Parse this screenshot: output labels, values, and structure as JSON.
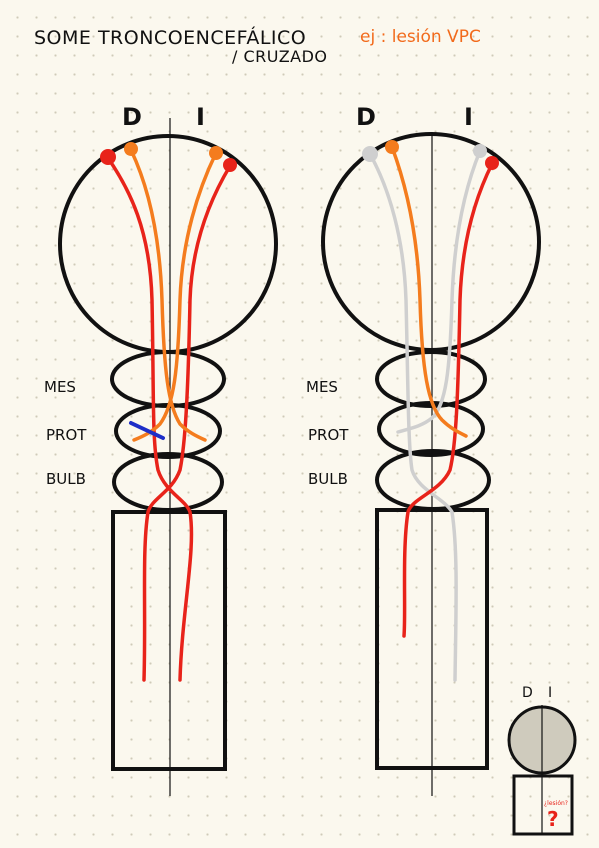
{
  "title": {
    "line1": "SOME TRONCOENCEFÁLICO",
    "line2": "/ CRUZADO",
    "example": "ej : lesión VPC"
  },
  "diagrams": [
    {
      "side_left": "D",
      "side_right": "I",
      "levels": [
        "MES",
        "PROT",
        "BULB"
      ]
    },
    {
      "side_left": "D",
      "side_right": "I",
      "levels": [
        "MES",
        "PROT",
        "BULB"
      ]
    }
  ],
  "mini": {
    "side_left": "D",
    "side_right": "I",
    "label": "¿lesión?",
    "mark": "?"
  },
  "colors": {
    "ink": "#111111",
    "red_tract": "#e8231a",
    "orange_tract": "#f47c1e",
    "gray_tract": "#cfcfcf",
    "lesion": "#1e2ec8",
    "title_accent": "#f26a1b",
    "mini_fill": "#cfcbbd"
  }
}
